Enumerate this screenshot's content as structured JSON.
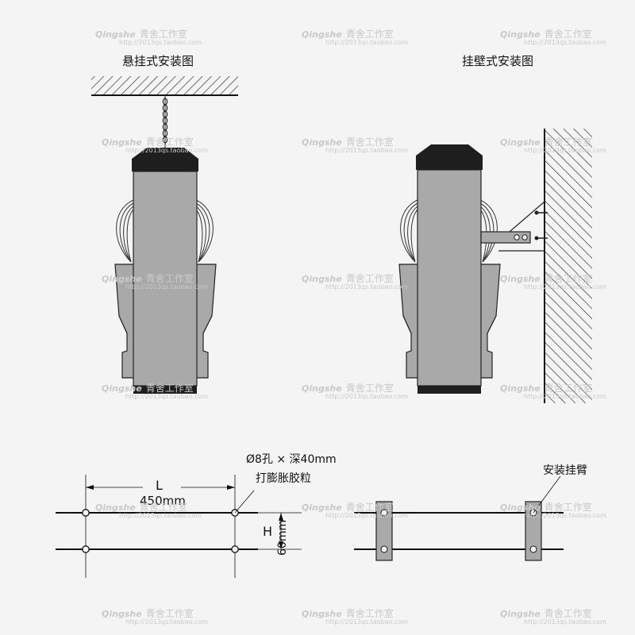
{
  "titles": {
    "hanging": "悬挂式安装图",
    "wall": "挂壁式安装图"
  },
  "dimensions": {
    "length_symbol": "L",
    "length_value": "450mm",
    "height_symbol": "H",
    "height_value": "60mm",
    "hole_spec": "Ø8孔 × 深40mm",
    "hole_note": "打膨胀胶粒",
    "arm_label": "安装挂臂"
  },
  "watermark": {
    "name": "Qingshe",
    "studio": "青舍工作室",
    "url": "http://2013qs.taobao.com"
  },
  "colors": {
    "background": "#f4f4f4",
    "body_gray": "#a9a9a9",
    "cap_dark": "#1e1e1e",
    "line": "#111111"
  }
}
